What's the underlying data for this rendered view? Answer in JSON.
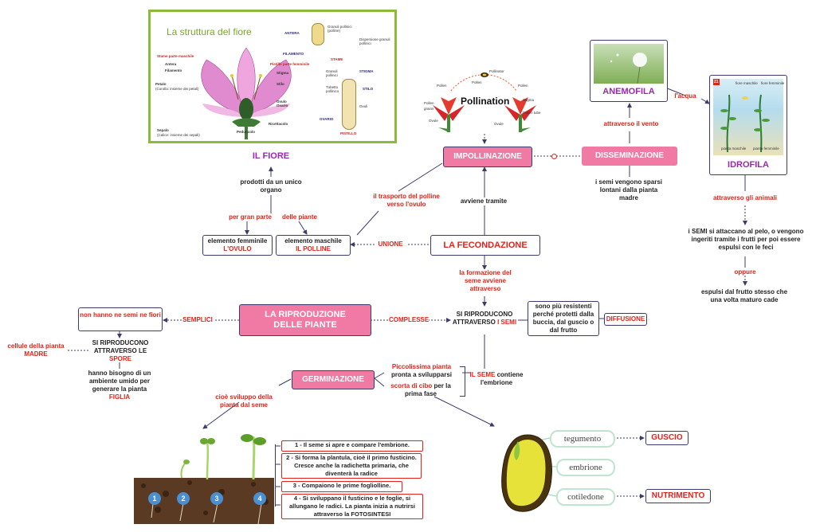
{
  "flower_panel": {
    "title": "La struttura del fiore",
    "labels": {
      "stame": "Stame",
      "stame_note": "parte maschile",
      "antera": "Antera",
      "filamento": "Filamento",
      "petalo": "Petalo",
      "corolla": "(Corolla: insieme dei petali)",
      "sepalo": "Sepalo",
      "calice": "(Calice: insieme dei sepali)",
      "peduncolo": "Peduncolo",
      "ricettacolo": "Ricettacolo",
      "pistillo": "Pistillo",
      "pistillo_note": "parte femminile",
      "stigma": "Stigma",
      "stilo": "Stilo",
      "ovulo_ovario": "Ovulo\nOvario",
      "antera_caps": "ANTERA",
      "granuli": "Granuli pollinici (polline)",
      "filamento_caps": "FILAMENTO",
      "dispersione": "Dispersione granuli pollinici",
      "stame_caps": "STAME",
      "stigma_caps": "STIGMA",
      "granuli2": "Granuli pollinici",
      "tubetto": "Tubetto pollinico",
      "stilo_caps": "STILO",
      "ovuli": "Ovuli",
      "ovario_caps": "OVARIO",
      "pistillo_caps": "PISTILLO"
    }
  },
  "pollination_img": {
    "title": "Pollination",
    "labels": [
      "Pollen",
      "Pollinator",
      "Pollen",
      "Pollen",
      "Stigma",
      "Pollen grains",
      "Ovule",
      "Pollen tube",
      "Ovule"
    ]
  },
  "nodes": {
    "il_fiore": "IL FIORE",
    "prodotti": "prodotti da un unico organo",
    "per_gran_parte": "per gran parte",
    "delle_piante": "delle piante",
    "femminile_a": "elemento femminile",
    "femminile_b": "L'OVULO",
    "maschile_a": "elemento maschile",
    "maschile_b": "IL POLLINE",
    "unione": "UNIONE",
    "fecondazione": "LA FECONDAZIONE",
    "trasporto": "il trasporto del polline verso l'ovulo",
    "impollinazione": "IMPOLLINAZIONE",
    "avviene": "avviene tramite",
    "disseminazione": "DISSEMINAZIONE",
    "semi_sparsi": "i semi vengono sparsi lontani dalla pianta madre",
    "attraverso_vento": "attraverso il vento",
    "anemofila": "ANEMOFILA",
    "acqua": "l'acqua",
    "idrofila": "IDROFILA",
    "idro_fig_num": "21",
    "fiori_maschili": "fiore maschile",
    "fiori_femminili": "fiore femminile",
    "pianta_maschile": "pianta maschile",
    "pianta_femminile": "pianta femminile",
    "attraverso_animali": "attraverso gli animali",
    "semi_pelo": "i SEMI si attaccano al pelo, o vengono ingeriti tramite i frutti per poi essere espulsi con le feci",
    "oppure": "oppure",
    "espulsi": "espulsi dal frutto stesso che una volta maturo cade",
    "formazione": "la formazione del seme avviene attraverso",
    "riproduzione": "LA RIPRODUZIONE DELLE PIANTE",
    "semplici": "SEMPLICI",
    "complesse": "COMPLESSE",
    "riproducono_semi_a": "SI RIPRODUCONO ATTRAVERSO ",
    "riproducono_semi_b": "I SEMI",
    "piu_resistenti": "sono più resistenti perché protetti dalla buccia, dal guscio o dal frutto",
    "diffusione": "DIFFUSIONE",
    "non_hanno": "non hanno ne semi ne fiori",
    "cellule_a": "cellule della pianta",
    "cellule_b": "MADRE",
    "spore_a": "SI RIPRODUCONO ATTRAVERSO LE",
    "spore_b": "SPORE",
    "umido_a": "hanno bisogno di un ambiente umido per generare la pianta",
    "umido_b": "FIGLIA",
    "germinazione": "GERMINAZIONE",
    "cioe_sviluppo": "cioè sviluppo della pianta dal seme",
    "piccolissima_a": "Piccolissima pianta",
    "piccolissima_b": "pronta a svilupparsi",
    "scorta_a": "scorta di cibo",
    "scorta_b": " per la prima fase",
    "seme_contiene_a": "IL SEME",
    "seme_contiene_b": " contiene l'embrione",
    "steps": [
      "1 - Il seme si apre e compare l'embrione.",
      "2 - Si forma la plantula, cioè il primo fusticino. Cresce anche la radichetta primaria, che diventerà la radice",
      "3 - Compaiono le prime fogliolline.",
      "4 - Si sviluppano il fusticino e le foglie, si allungano le radici. La pianta inizia a nutrirsi attraverso la FOTOSINTESI"
    ],
    "seedling_numbers": [
      "1",
      "2",
      "3",
      "4"
    ],
    "tegumento": "tegumento",
    "embrione": "embrione",
    "cotiledone": "cotiledone",
    "guscio": "GUSCIO",
    "nutrimento": "NUTRIMENTO"
  },
  "colors": {
    "accent_pink": "#f07aa3",
    "red_text": "#e2231a",
    "purple_title": "#9b27b0",
    "frame_green": "#8dba3a",
    "node_border": "#3b3b6d"
  }
}
